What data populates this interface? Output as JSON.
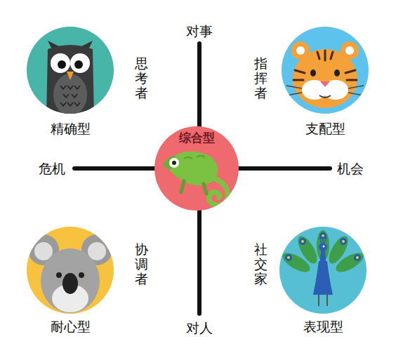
{
  "diagram": {
    "nodes": [
      {
        "text": [
          "精确型",
          "思考者"
        ]
      },
      {
        "text": [
          "支配型",
          "指挥者"
        ]
      },
      {
        "text": [
          "综合型"
        ]
      },
      {
        "text": [
          "耐心型",
          "协调者"
        ]
      },
      {
        "text": [
          "表现型",
          "社交家"
        ]
      }
    ],
    "labels": [
      "对事",
      "危机",
      "机会",
      "对人"
    ]
  }
}
